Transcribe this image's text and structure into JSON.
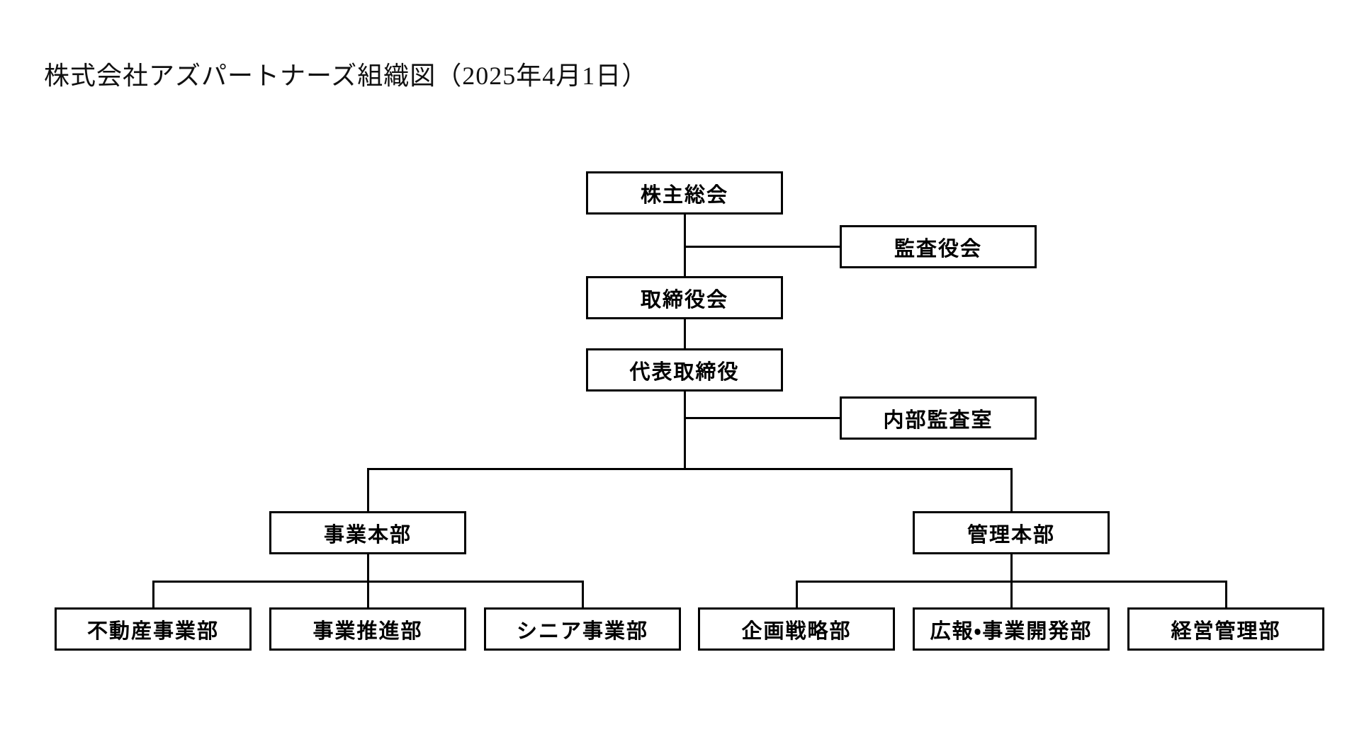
{
  "title": "株式会社アズパートナーズ組織図（2025年4月1日）",
  "org_chart": {
    "nodes": {
      "shareholders_meeting": {
        "label": "株主総会"
      },
      "audit_board": {
        "label": "監査役会"
      },
      "board_of_directors": {
        "label": "取締役会"
      },
      "representative_director": {
        "label": "代表取締役"
      },
      "internal_audit_office": {
        "label": "内部監査室"
      },
      "business_hq": {
        "label": "事業本部"
      },
      "admin_hq": {
        "label": "管理本部"
      },
      "real_estate_dept": {
        "label": "不動産事業部"
      },
      "business_promotion_dept": {
        "label": "事業推進部"
      },
      "senior_business_dept": {
        "label": "シニア事業部"
      },
      "planning_strategy_dept": {
        "label": "企画戦略部"
      },
      "pr_business_dev_dept": {
        "label": "広報・事業開発部"
      },
      "management_admin_dept": {
        "label": "経営管理部"
      }
    },
    "edges": [
      {
        "from": "shareholders_meeting",
        "to": "audit_board",
        "type": "side"
      },
      {
        "from": "shareholders_meeting",
        "to": "board_of_directors",
        "type": "vertical"
      },
      {
        "from": "board_of_directors",
        "to": "representative_director",
        "type": "vertical"
      },
      {
        "from": "representative_director",
        "to": "internal_audit_office",
        "type": "side"
      },
      {
        "from": "representative_director",
        "to": "business_hq",
        "type": "vertical"
      },
      {
        "from": "representative_director",
        "to": "admin_hq",
        "type": "vertical"
      },
      {
        "from": "business_hq",
        "to": "real_estate_dept",
        "type": "vertical"
      },
      {
        "from": "business_hq",
        "to": "business_promotion_dept",
        "type": "vertical"
      },
      {
        "from": "business_hq",
        "to": "senior_business_dept",
        "type": "vertical"
      },
      {
        "from": "admin_hq",
        "to": "planning_strategy_dept",
        "type": "vertical"
      },
      {
        "from": "admin_hq",
        "to": "pr_business_dev_dept",
        "type": "vertical"
      },
      {
        "from": "admin_hq",
        "to": "management_admin_dept",
        "type": "vertical"
      }
    ],
    "colors": {
      "background": "#ffffff",
      "box_fill": "#ffffff",
      "box_border": "#000000",
      "connector": "#000000",
      "text": "#000000"
    }
  }
}
